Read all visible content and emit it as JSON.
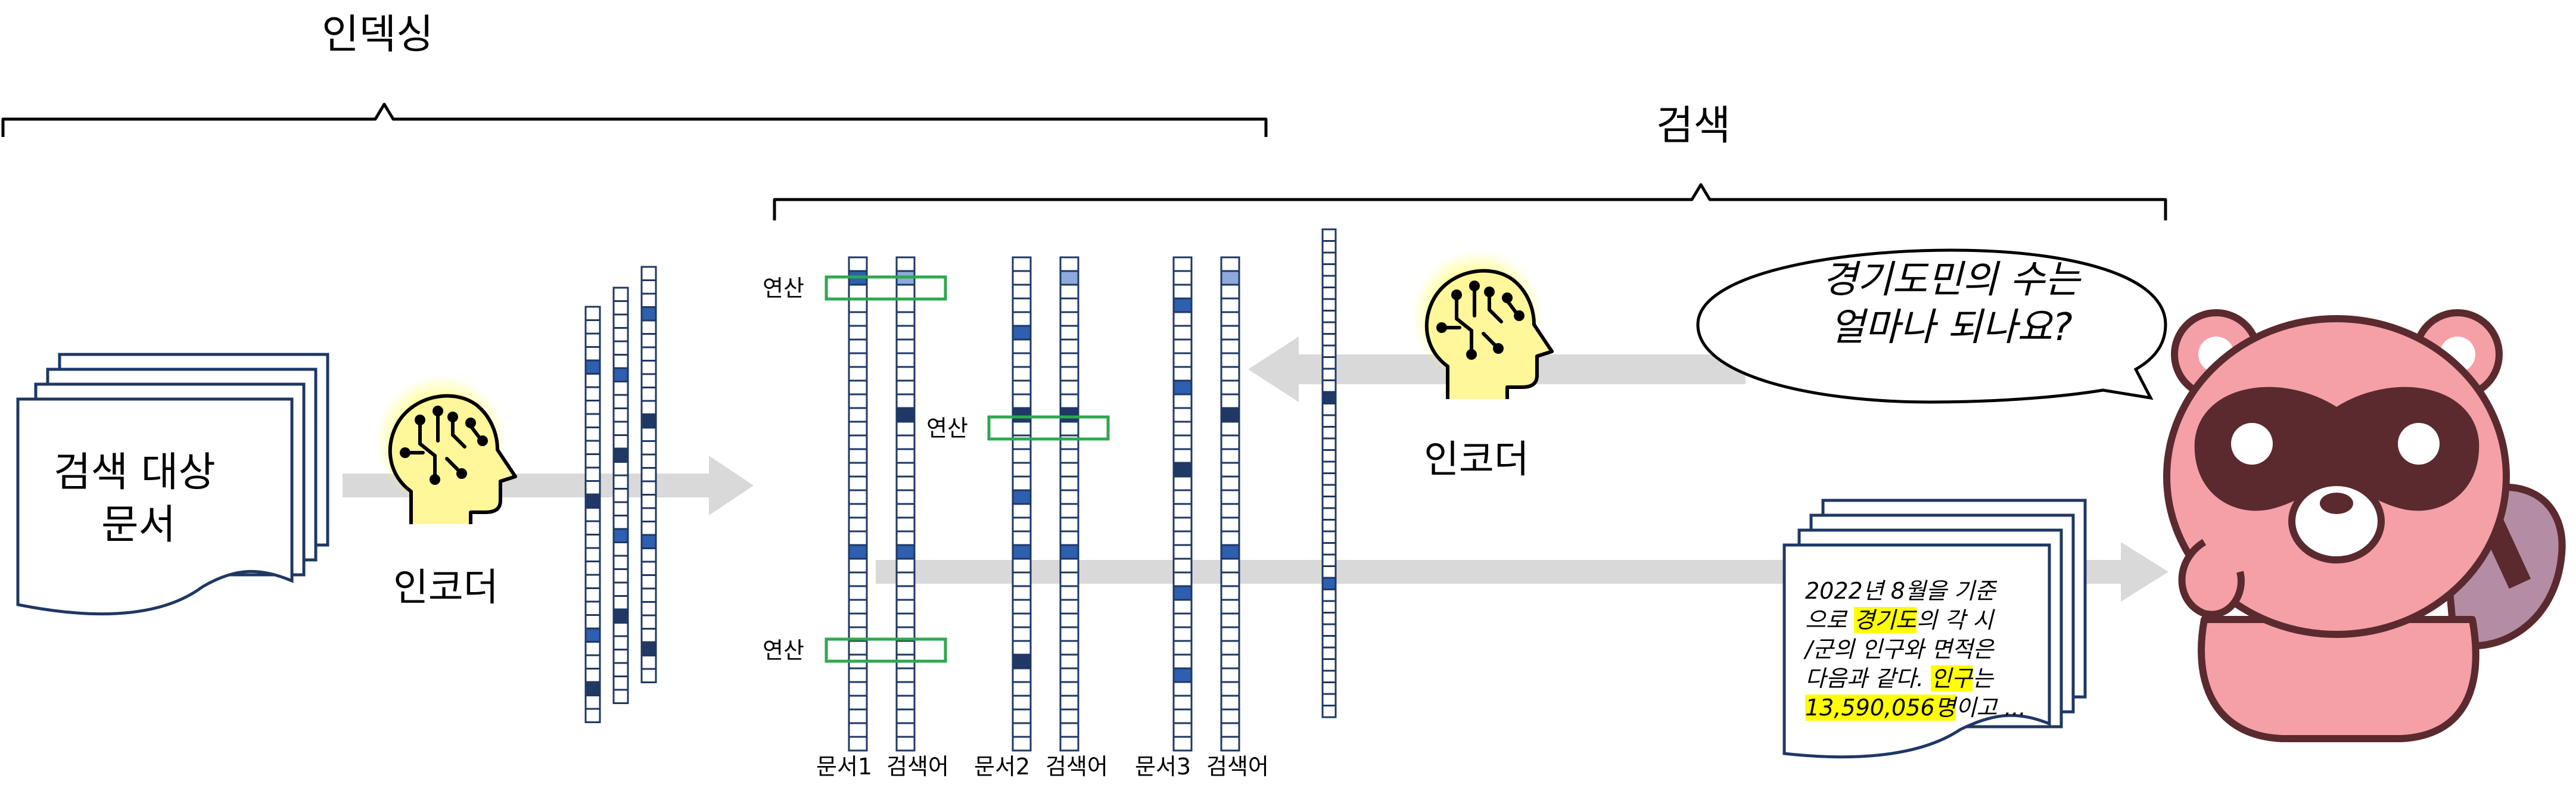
{
  "labels": {
    "indexing": "인덱싱",
    "search": "검색",
    "encoder_left": "인코더",
    "encoder_right": "인코더",
    "source_docs_line1": "검색 대상",
    "source_docs_line2": "문서",
    "op_top": "연산",
    "op_mid": "연산",
    "op_bottom": "연산",
    "doc1": "문서1",
    "query1": "검색어",
    "doc2": "문서2",
    "query2": "검색어",
    "doc3": "문서3",
    "query3": "검색어"
  },
  "query": {
    "line1": "경기도민의 수는",
    "line2": "얼마나 되나요?"
  },
  "result_doc": {
    "line1": "2022년 8월을 기준",
    "line2_pre": "으로 ",
    "line2_hl": "경기도",
    "line2_post": "의 각 시",
    "line3": "/군의 인구와 면적은",
    "line4_pre": "다음과 같다. ",
    "line4_hl": "인구",
    "line4_post": "는",
    "line5_hl": "13,590,056명",
    "line5_post": "이고 ..."
  },
  "colors": {
    "vector_outline": "#1f3864",
    "cell_dark": "#1f3864",
    "cell_mid": "#2e5fb0",
    "cell_light": "#8ea9db",
    "arrow": "#d9d9d9",
    "op_box": "#2ea84f",
    "mascot_body": "#f4a0a6",
    "mascot_dark": "#5a2a2e",
    "highlight": "#ffff00"
  },
  "icons": [
    "document-stack-icon",
    "brain-head-icon",
    "speech-bubble-icon",
    "raccoon-mascot-icon",
    "arrow-icon",
    "brace-icon"
  ]
}
